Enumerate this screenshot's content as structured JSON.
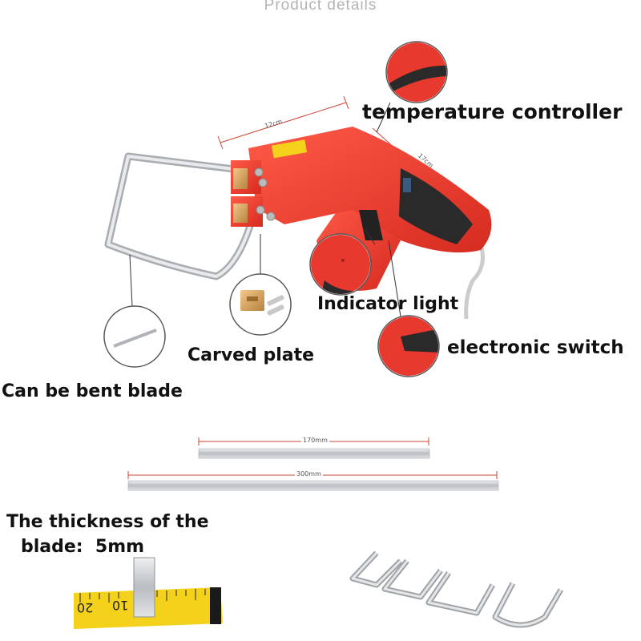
{
  "header": {
    "title": "Product details"
  },
  "dimensions": {
    "length_top": "12cm",
    "length_side": "17cm",
    "blade_short": "170mm",
    "blade_long": "300mm"
  },
  "labels": {
    "temperature_controller": "temperature controller",
    "indicator_light": "Indicator light",
    "electronic_switch": "electronic switch",
    "carved_plate": "Carved plate",
    "bent_blade": "Can be bent blade",
    "thickness_line1": "The thickness of the",
    "thickness_line2": "blade:  5mm"
  },
  "ruler": {
    "tick_labels": [
      "20",
      "10"
    ]
  },
  "colors": {
    "tool_red": "#e8392e",
    "blade_silver": "#c9ccd0",
    "ruler_yellow": "#f4d21c"
  }
}
